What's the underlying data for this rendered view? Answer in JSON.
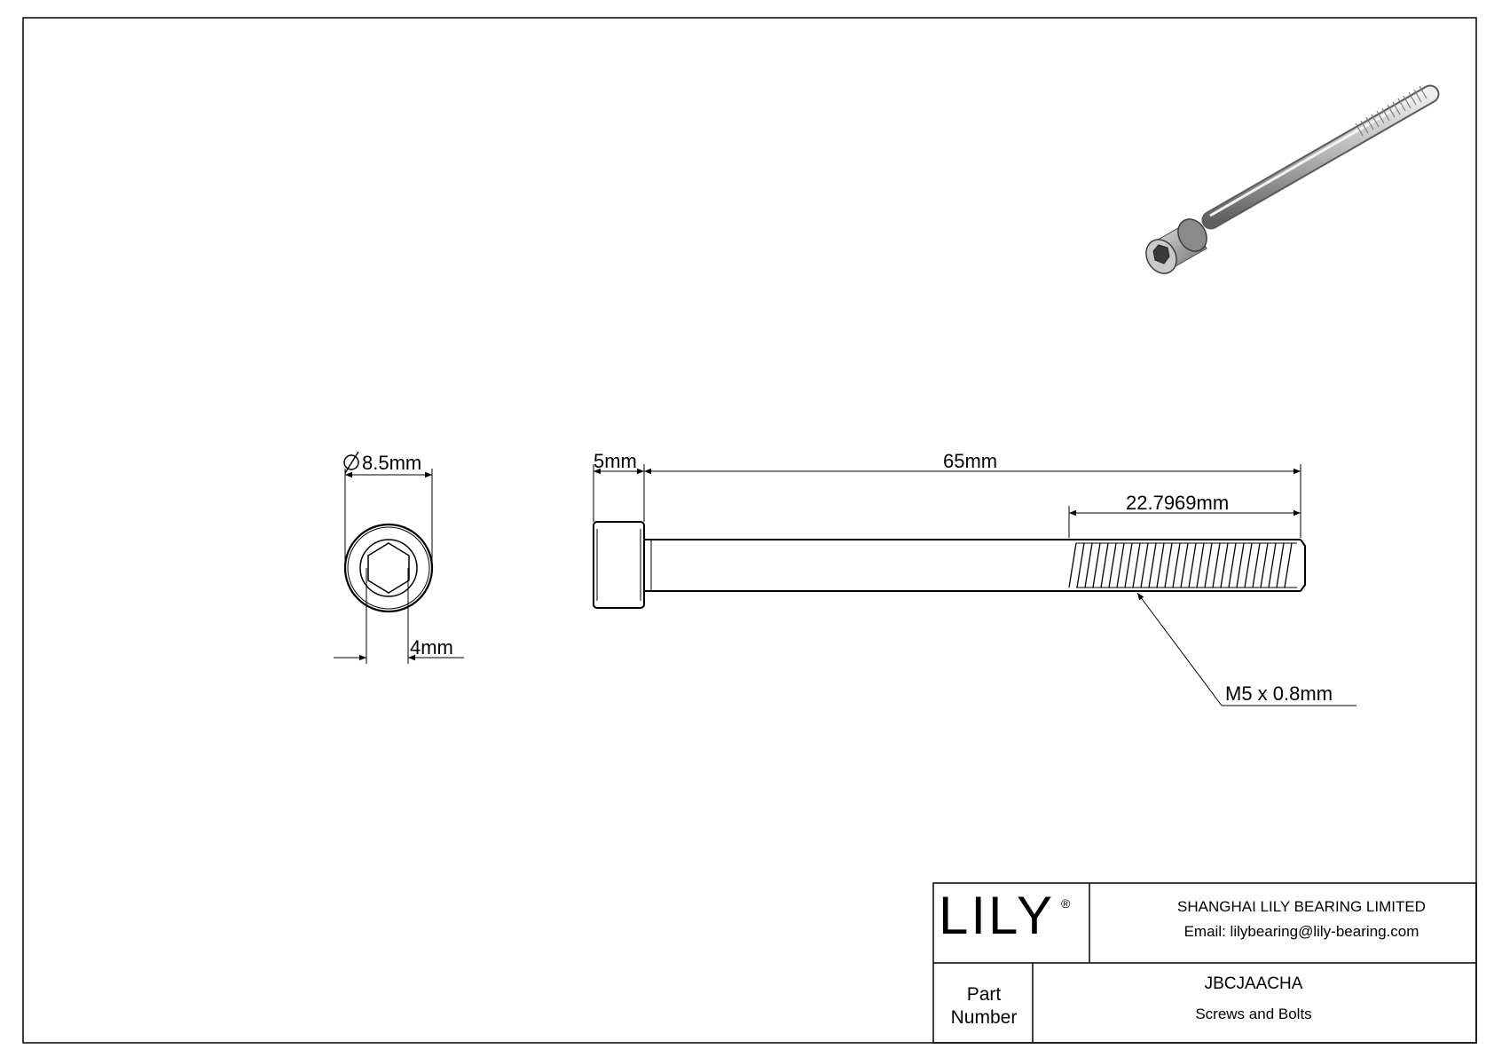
{
  "dimensions": {
    "head_diameter": "8.5mm",
    "hex_socket": "4mm",
    "head_height": "5mm",
    "overall_length": "65mm",
    "thread_length": "22.7969mm",
    "thread_spec": "M5 x 0.8mm"
  },
  "title_block": {
    "logo": "LILY",
    "registered_mark": "®",
    "company": "SHANGHAI LILY BEARING LIMITED",
    "email": "Email: lilybearing@lily-bearing.com",
    "part_label": "Part Number",
    "part_number": "JBCJAACHA",
    "description": "Screws and Bolts"
  },
  "colors": {
    "line": "#000000",
    "metal_light": "#d9d9d9",
    "metal_mid": "#a8a8a8",
    "metal_dark": "#6e6e6e"
  }
}
